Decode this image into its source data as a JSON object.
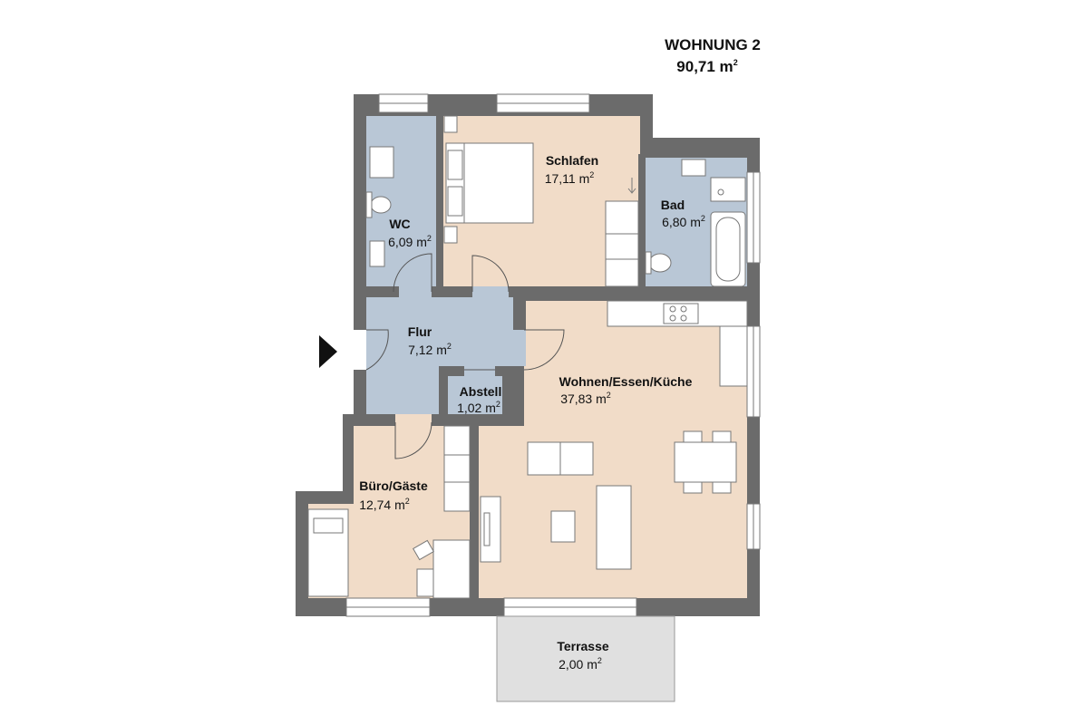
{
  "header": {
    "apartment": "WOHNUNG 2",
    "total_area": "90,71 m",
    "unit_sup": "2"
  },
  "rooms": {
    "wc": {
      "name": "WC",
      "area": "6,09 m",
      "sup": "2",
      "color": "#b9c7d6"
    },
    "schlafen": {
      "name": "Schlafen",
      "area": "17,11 m",
      "sup": "2",
      "color": "#f1dcc8"
    },
    "bad": {
      "name": "Bad",
      "area": "6,80 m",
      "sup": "2",
      "color": "#b9c7d6"
    },
    "flur": {
      "name": "Flur",
      "area": "7,12 m",
      "sup": "2",
      "color": "#b9c7d6"
    },
    "abstell": {
      "name": "Abstell",
      "area": "1,02 m",
      "sup": "2",
      "color": "#b9c7d6"
    },
    "wohnen": {
      "name": "Wohnen/Essen/Küche",
      "area": "37,83 m",
      "sup": "2",
      "color": "#f1dcc8"
    },
    "buero": {
      "name": "Büro/Gäste",
      "area": "12,74 m",
      "sup": "2",
      "color": "#f1dcc8"
    },
    "terrasse": {
      "name": "Terrasse",
      "area": "2,00 m",
      "sup": "2",
      "color": "#e0e0e0"
    }
  },
  "colors": {
    "wall": "#6b6b6b",
    "wet_room": "#b9c7d6",
    "living_room": "#f1dcc8",
    "terrace": "#e0e0e0"
  },
  "icons": {
    "entrance": "entrance-arrow-icon"
  }
}
